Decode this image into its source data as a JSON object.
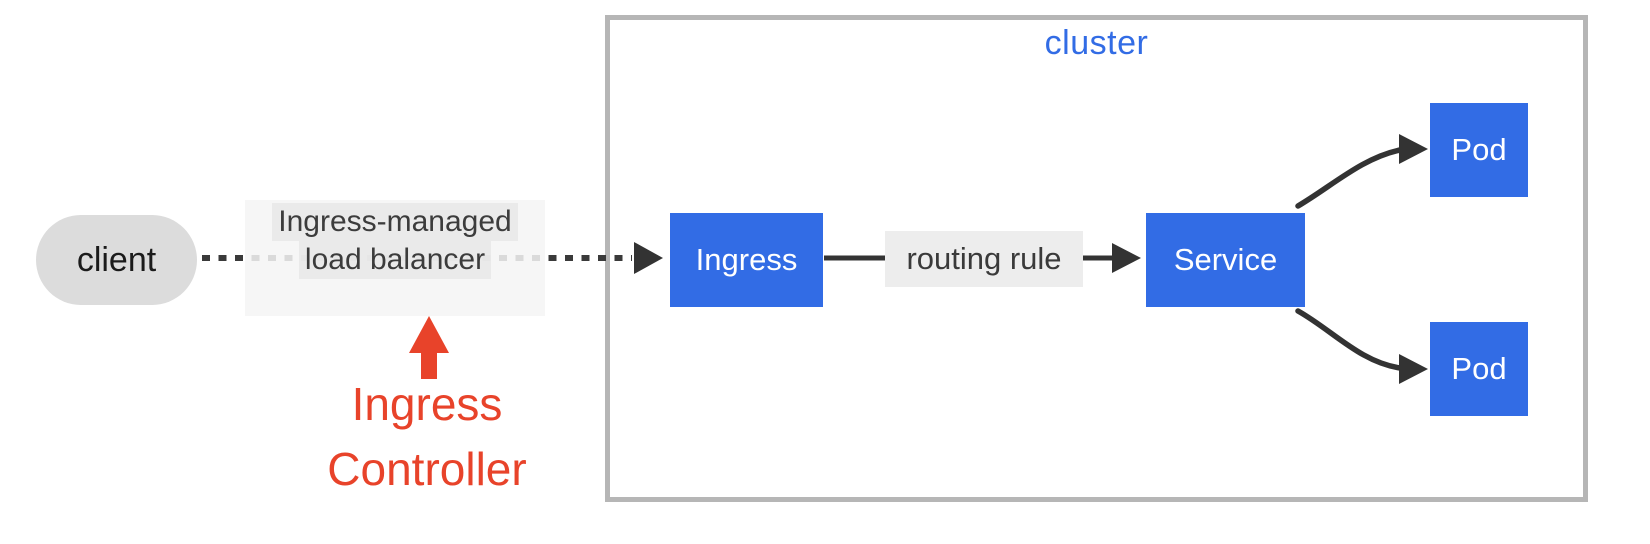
{
  "diagram": {
    "client": {
      "label": "client"
    },
    "load_balancer": {
      "line1": "Ingress-managed",
      "line2": "load balancer"
    },
    "ingress_controller_annotation": {
      "line1": "Ingress",
      "line2": "Controller"
    },
    "cluster": {
      "label": "cluster"
    },
    "nodes": {
      "ingress": {
        "label": "Ingress"
      },
      "routing_rule": {
        "label": "routing rule"
      },
      "service": {
        "label": "Service"
      },
      "pods": [
        {
          "label": "Pod"
        },
        {
          "label": "Pod"
        }
      ]
    },
    "colors": {
      "node_blue": "#326ce5",
      "cluster_label_blue": "#326ce5",
      "annotation_red": "#e8432a",
      "client_gray": "#dcdcdc",
      "cluster_border_gray": "#b6b6b6",
      "connector_dark": "#333333",
      "label_bg_gray": "#efefef"
    }
  }
}
